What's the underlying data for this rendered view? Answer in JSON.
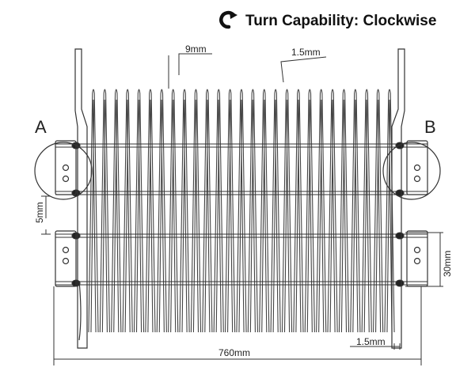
{
  "header": {
    "title": "Turn Capability: Clockwise",
    "icon": "clockwise-turn-icon"
  },
  "diagram": {
    "labels": {
      "left_edge": "A",
      "right_edge": "B"
    },
    "dimensions": {
      "spiral_pitch": "9mm",
      "wire_diameter_top": "1.5mm",
      "rod_offset": "5mm",
      "link_height": "30mm",
      "wire_diameter_bottom": "1.5mm",
      "overall_width": "760mm"
    },
    "colors": {
      "line": "#333333",
      "background": "#ffffff"
    }
  }
}
